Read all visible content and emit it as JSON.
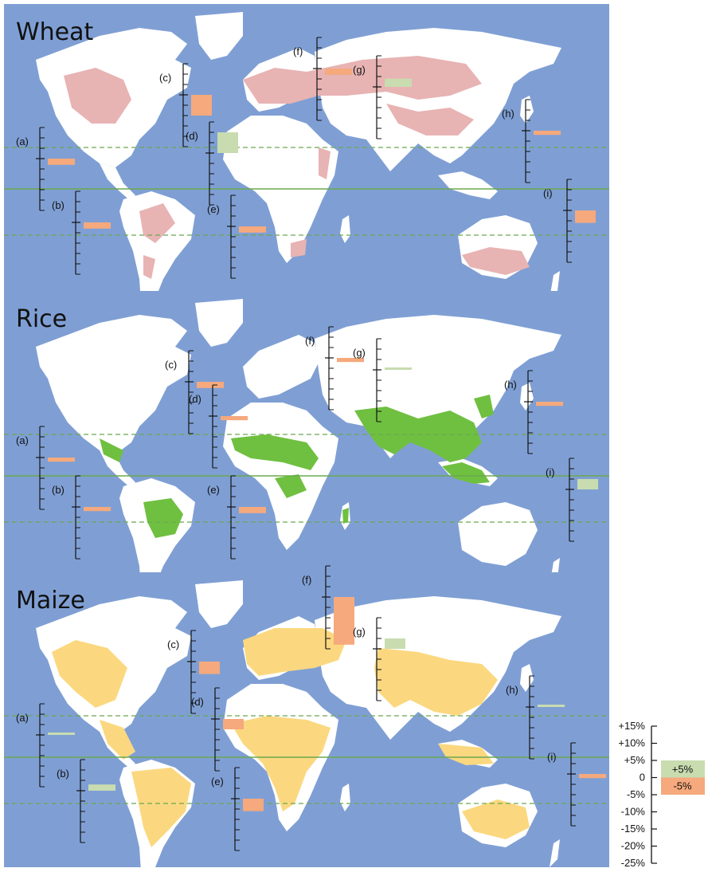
{
  "colors": {
    "ocean": "#7f9fd4",
    "land": "#ffffff",
    "wheat": "#e8b3b3",
    "rice": "#6fc040",
    "maize": "#fbd87f",
    "increase": "#c8dcb0",
    "decrease": "#f5a97c",
    "equator_line": "#6aa84f"
  },
  "icons": [
    "axis-tick-icon"
  ],
  "panels": [
    {
      "title": "Wheat",
      "markers": [
        {
          "label": "(a)",
          "change": -3
        },
        {
          "label": "(b)",
          "change": -3
        },
        {
          "label": "(c)",
          "change": -10
        },
        {
          "label": "(d)",
          "change": 10
        },
        {
          "label": "(e)",
          "change": -3
        },
        {
          "label": "(f)",
          "change": -3
        },
        {
          "label": "(g)",
          "change": 4
        },
        {
          "label": "(h)",
          "change": -2
        },
        {
          "label": "(i)",
          "change": -6
        }
      ]
    },
    {
      "title": "Rice",
      "markers": [
        {
          "label": "(a)",
          "change": -2
        },
        {
          "label": "(b)",
          "change": -2
        },
        {
          "label": "(c)",
          "change": -3
        },
        {
          "label": "(d)",
          "change": -2
        },
        {
          "label": "(e)",
          "change": -3
        },
        {
          "label": "(f)",
          "change": -2
        },
        {
          "label": "(g)",
          "change": 1
        },
        {
          "label": "(h)",
          "change": -2
        },
        {
          "label": "(i)",
          "change": 5
        }
      ]
    },
    {
      "title": "Maize",
      "markers": [
        {
          "label": "(a)",
          "change": 1
        },
        {
          "label": "(b)",
          "change": 3
        },
        {
          "label": "(c)",
          "change": -6
        },
        {
          "label": "(d)",
          "change": -5
        },
        {
          "label": "(e)",
          "change": -6
        },
        {
          "label": "(f)",
          "change": -23
        },
        {
          "label": "(g)",
          "change": 5
        },
        {
          "label": "(h)",
          "change": 1
        },
        {
          "label": "(i)",
          "change": -2
        }
      ]
    }
  ],
  "scale": {
    "labels": [
      "+15%",
      "+10%",
      "+5%",
      "0",
      "-5%",
      "-10%",
      "-15%",
      "-20%",
      "-25%"
    ]
  },
  "legend": {
    "plus": "+5%",
    "minus": "-5%"
  }
}
